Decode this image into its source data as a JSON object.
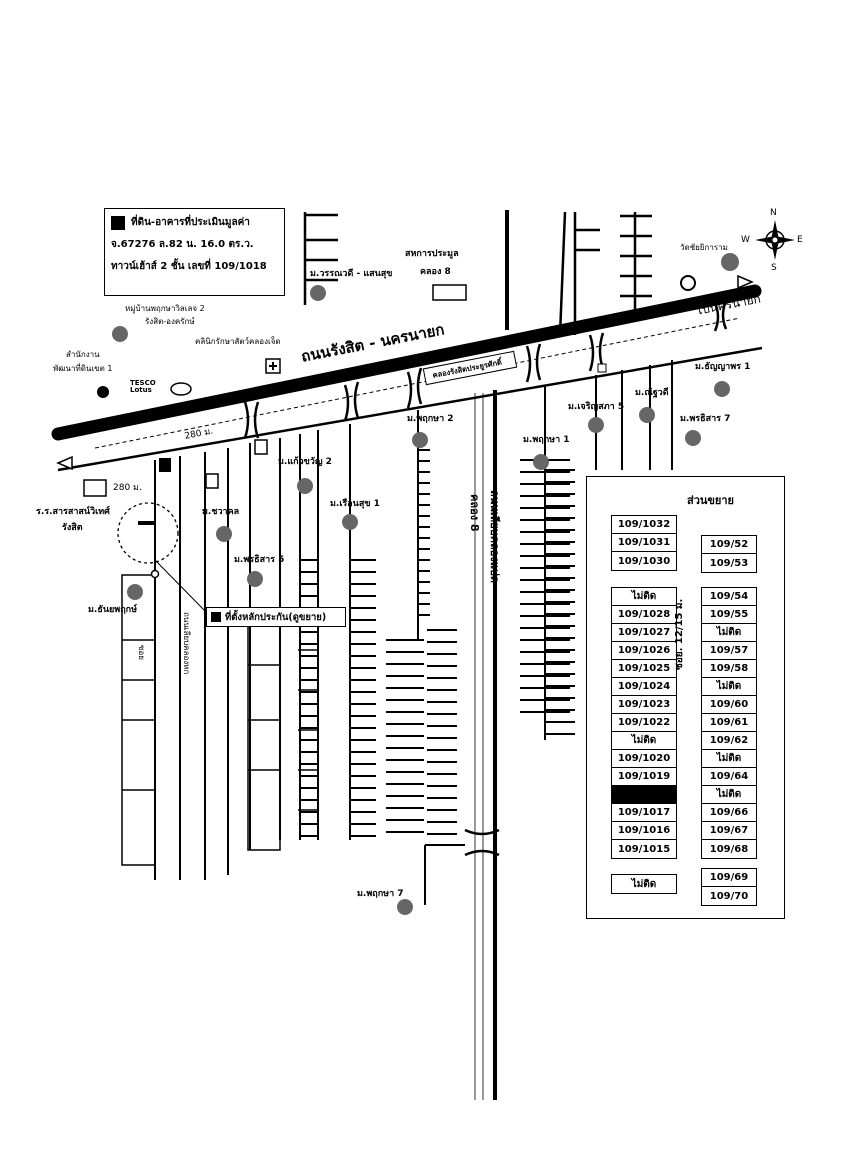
{
  "legend": {
    "subject_label": "ที่ดิน-อาคารที่ประเมินมูลค่า",
    "deed_line": "จ.67276  ล.82  น. 16.0 ตร.ว.",
    "house_line": "ทาวน์เฮ้าส์ 2 ชั้น เลขที่ 109/1018"
  },
  "roads": {
    "main_road": "ถนนรังสิต - นครนายก",
    "to_nakhon_nayok": "ไปนครนายก",
    "canal_road": "ถนนเลียบคลองแปด",
    "canal_8": "คลอง 8",
    "bridge": "คลองรังสิตประยูรศักดิ์",
    "side_road": "ถนนเลียบคลองหก",
    "soi_vertical": "ซอย",
    "distance_1": "280 ม.",
    "distance_2": "280 ม."
  },
  "places": {
    "varanwadee": "ม.วรรณวดี - แสนสุข",
    "cooperative": "สหการประมูล",
    "cooperative_2": "คลอง 8",
    "wat": "วัดชัยยิการาม",
    "pruksa_ville": "หมู่บ้านพฤกษาวิลเลจ 2",
    "pruksa_ville_2": "รังสิต-องครักษ์",
    "vet_clinic": "คลินิกรักษาสัตว์คลองเจ็ด",
    "land_office": "สำนักงาน",
    "land_office_2": "พัฒนาที่ดินเขต 1",
    "tesco": "TESCO Lotus",
    "school": "ร.ร.สารสาสน์วิเทศ์",
    "school_2": "รังสิต",
    "pruksa_2": "ม.พฤกษา 2",
    "pruksa_1": "ม.พฤกษา 1",
    "jaroensap_5": "ม.เจริญสภา 5",
    "natthawadee": "ม.ณัฐวดี",
    "thanyaporn_1": "ม.ธัญญาพร 1",
    "pornsirisap_7": "ม.พรธิสาร 7",
    "kaewkwanjai_2": "ม.แก้วขวัญ 2",
    "ruenvsuk_1": "ม.เรือนสุข 1",
    "chavakorn": "ม.ชวาคล",
    "pornsirisan_5": "ม.พรธิสาร 5",
    "thanyaphruk": "ม.ธันยพฤกษ์",
    "pruksa_7": "ม.พฤกษา 7",
    "collateral": "ที่ตั้งหลักประกัน(ดูขยาย)"
  },
  "compass": {
    "n": "N",
    "s": "S",
    "e": "E",
    "w": "W"
  },
  "zoom": {
    "title": "ส่วนขยาย",
    "soi_label": "ซอย. 12/15 ม.",
    "left_top": [
      "109/1032",
      "109/1031",
      "109/1030"
    ],
    "left_main": [
      "ไม่ติด",
      "109/1028",
      "109/1027",
      "109/1026",
      "109/1025",
      "109/1024",
      "109/1023",
      "109/1022",
      "ไม่ติด",
      "109/1020",
      "109/1019",
      "",
      "109/1017",
      "109/1016",
      "109/1015"
    ],
    "left_bottom": [
      "ไม่ติด"
    ],
    "right_top": [
      "109/52",
      "109/53"
    ],
    "right_main": [
      "109/54",
      "109/55",
      "ไม่ติด",
      "109/57",
      "109/58",
      "ไม่ติด",
      "109/60",
      "109/61",
      "109/62",
      "ไม่ติด",
      "109/64",
      "ไม่ติด",
      "109/66",
      "109/67",
      "109/68"
    ],
    "right_bottom": [
      "109/69",
      "109/70"
    ]
  }
}
